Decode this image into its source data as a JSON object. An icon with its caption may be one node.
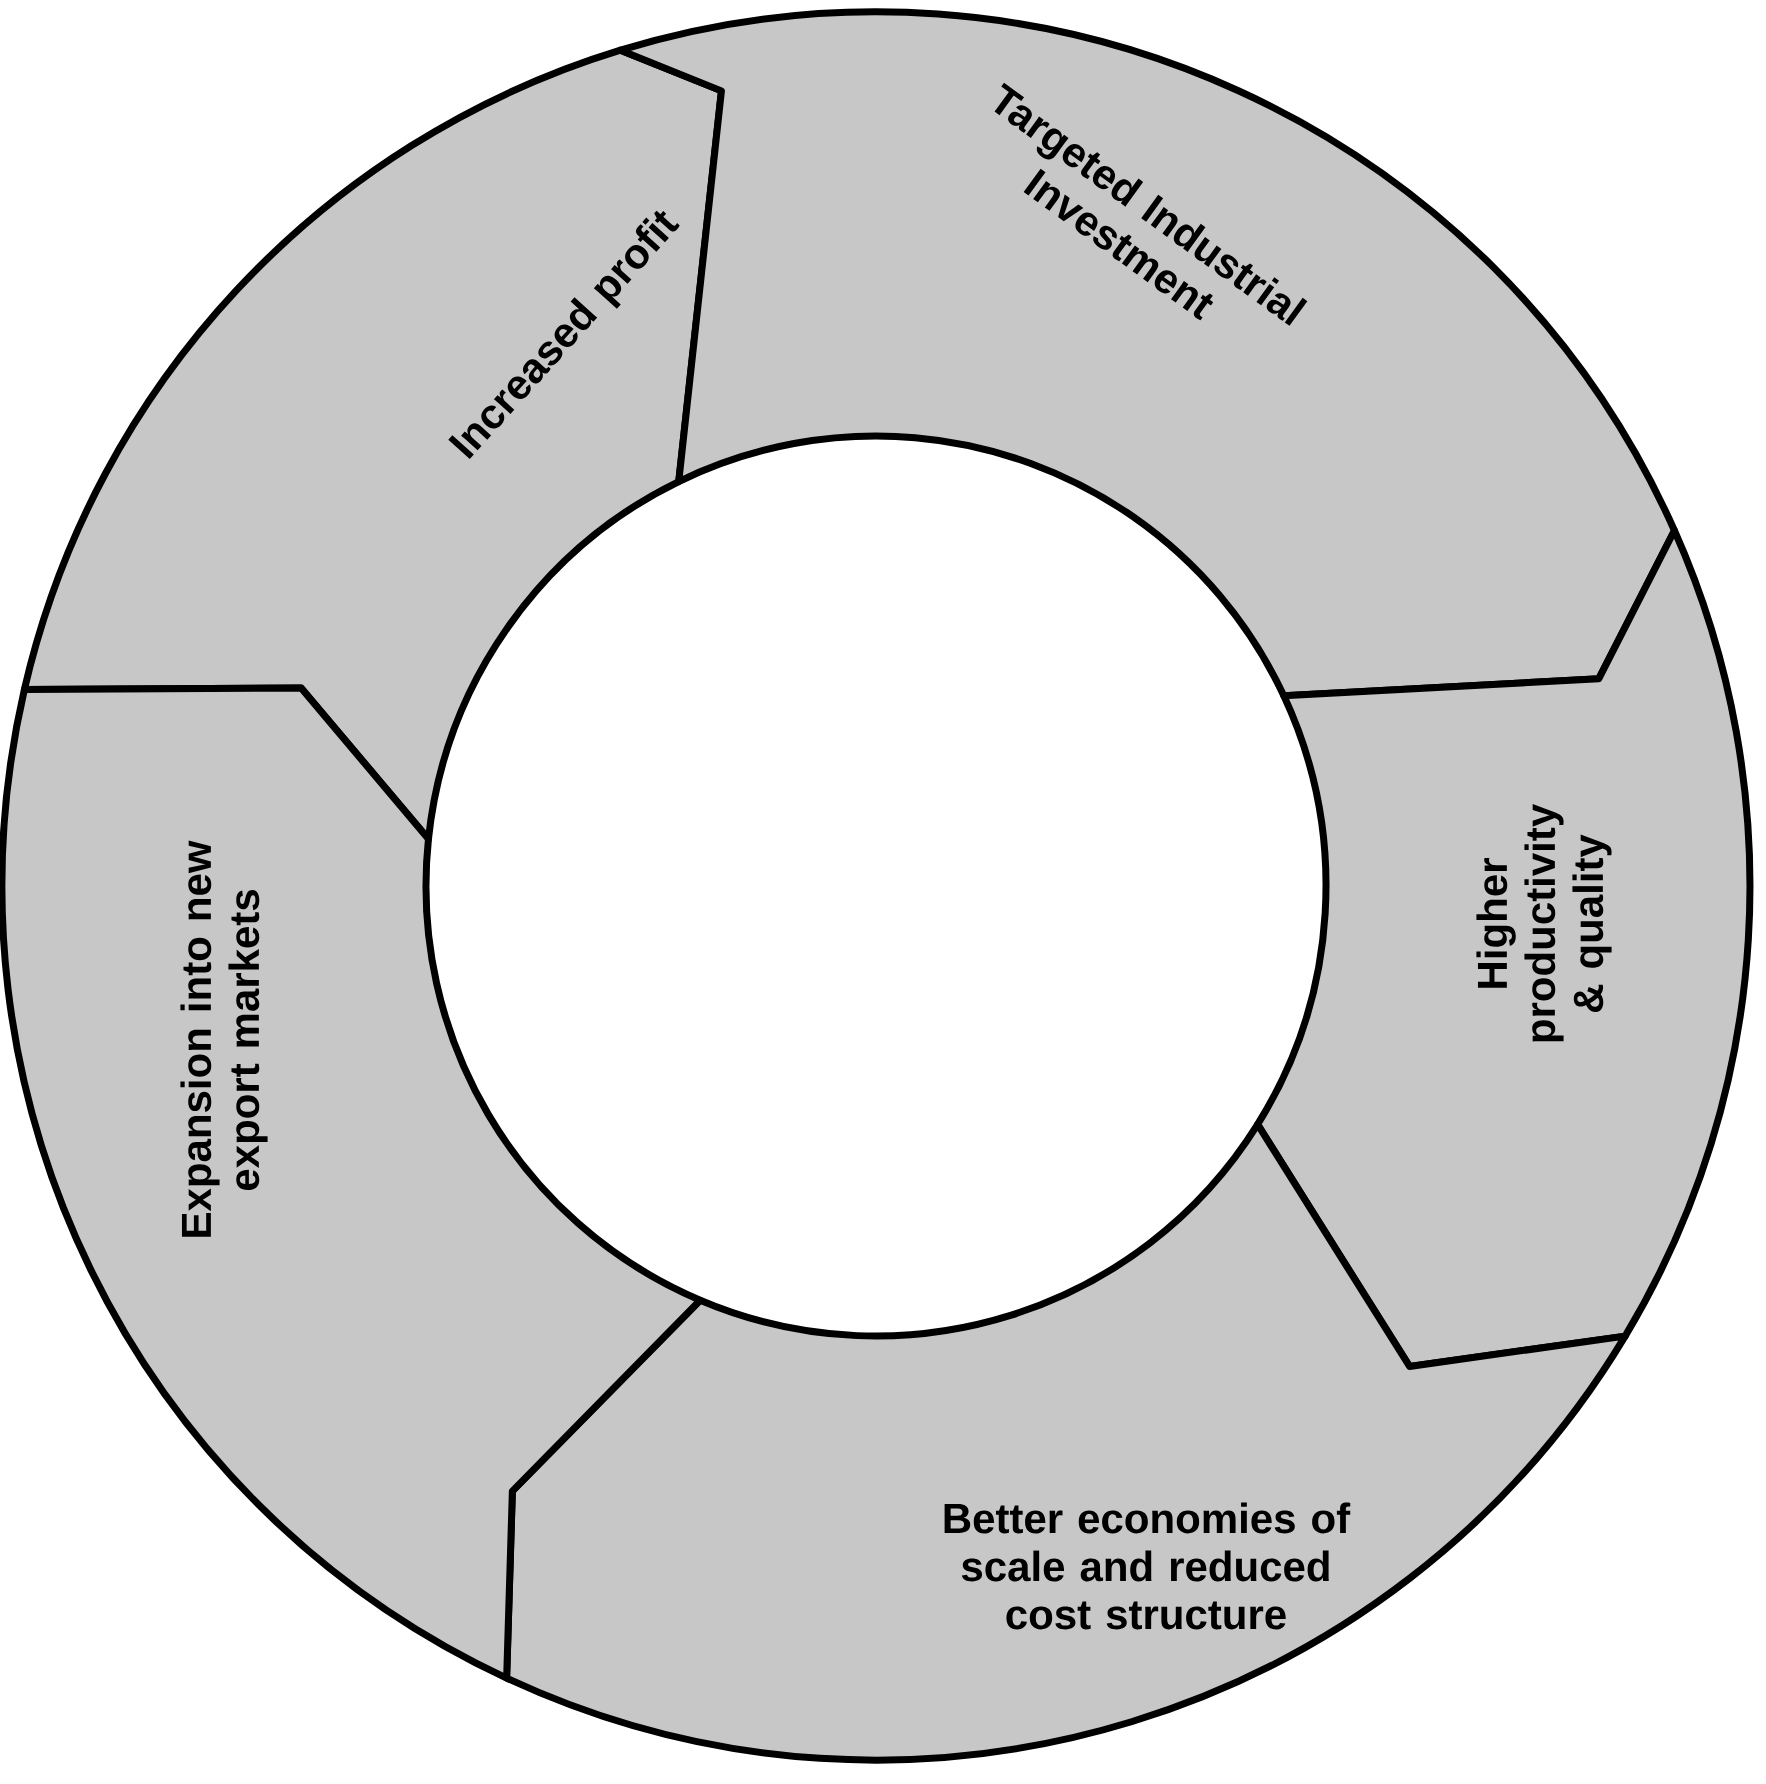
{
  "diagram": {
    "nodes": [
      {
        "text": [
          "Increased profit"
        ]
      },
      {
        "text": [
          "Targeted Industrial Investment"
        ]
      },
      {
        "text": [
          "Higher productivity & quality"
        ]
      },
      {
        "text": [
          "Better economies of scale and reduced cost structure"
        ]
      },
      {
        "text": [
          "Expansion into new export markets"
        ]
      }
    ]
  }
}
